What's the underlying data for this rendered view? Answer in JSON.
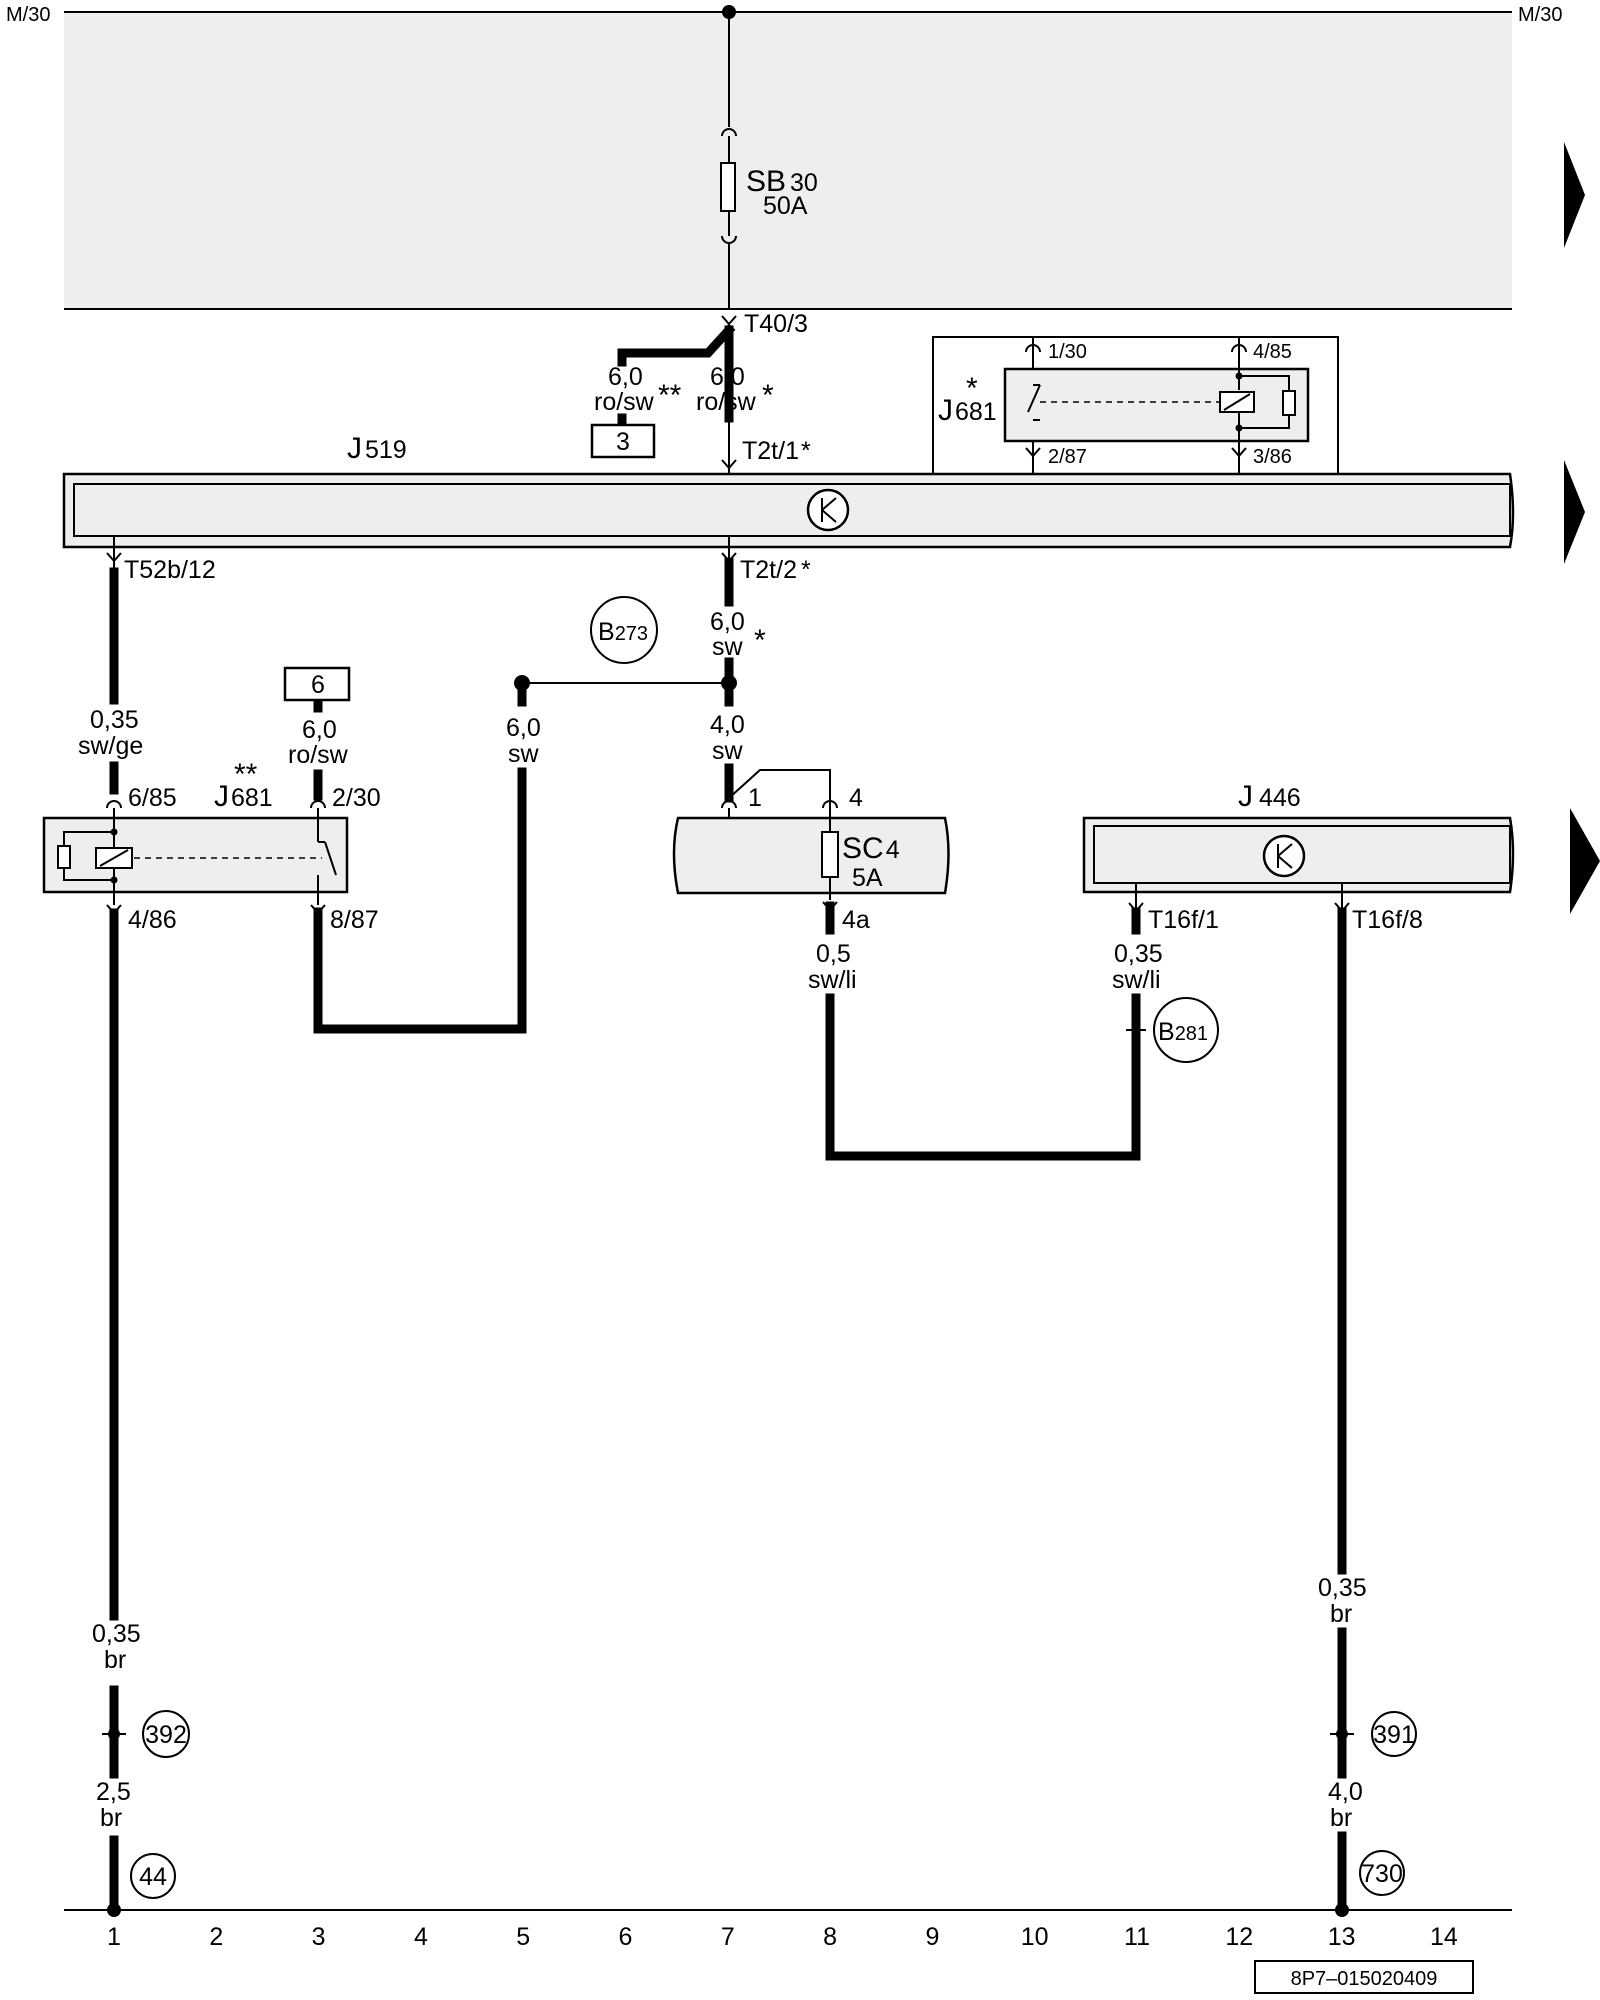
{
  "rail_label": "M/30",
  "fuse_sb": {
    "name": "SB",
    "sub": "30",
    "rating": "50A"
  },
  "fuse_sc": {
    "name": "SC",
    "sub": "4",
    "rating": "5A"
  },
  "connectors": {
    "t40_3": "T40/3",
    "t2t_1": "T2t/1",
    "t2t_2": "T2t/2",
    "t52b_12": "T52b/12",
    "t16f_1": "T16f/1",
    "t16f_8": "T16f/8",
    "sc_in": "1",
    "sc_in2": "4",
    "sc_out": "4a"
  },
  "components": {
    "j519": {
      "name": "J",
      "sub": "519"
    },
    "j446": {
      "name": "J",
      "sub": "446"
    },
    "j681_top": {
      "name": "J",
      "sub": "681",
      "mark": "*",
      "pins": [
        "1/30",
        "2/87",
        "4/85",
        "3/86"
      ]
    },
    "j681_left": {
      "name": "J",
      "sub": "681",
      "mark": "**",
      "pins": [
        "6/85",
        "4/86",
        "2/30",
        "8/87"
      ]
    }
  },
  "wires": {
    "w_rosw2_size": "6,0",
    "w_rosw2_color": "ro/sw",
    "w_rosw2_mark": "**",
    "w_rosw1_size": "6,0",
    "w_rosw1_color": "ro/sw",
    "w_rosw1_mark": "*",
    "w_sw60_size": "6,0",
    "w_sw60_color": "sw",
    "w_sw60_mark": "*",
    "w_sw40_size": "4,0",
    "w_sw40_color": "sw",
    "w_swge_size": "0,35",
    "w_swge_color": "sw/ge",
    "w_rosw_l_size": "6,0",
    "w_rosw_l_color": "ro/sw",
    "w_sw5_size": "6,0",
    "w_sw5_color": "sw",
    "w_swli8_size": "0,5",
    "w_swli8_color": "sw/li",
    "w_swli11_size": "0,35",
    "w_swli11_color": "sw/li",
    "w_br1a_size": "0,35",
    "w_br1a_color": "br",
    "w_br1b_size": "2,5",
    "w_br1b_color": "br",
    "w_br13a_size": "0,35",
    "w_br13a_color": "br",
    "w_br13b_size": "4,0",
    "w_br13b_color": "br"
  },
  "ref_boxes": {
    "ref3": "3",
    "ref6": "6"
  },
  "circles": {
    "b273": {
      "name": "B",
      "sub": "273"
    },
    "b281": {
      "name": "B",
      "sub": "281"
    },
    "c392": "392",
    "c391": "391",
    "c44": "44",
    "c730": "730"
  },
  "ruler": [
    "1",
    "2",
    "3",
    "4",
    "5",
    "6",
    "7",
    "8",
    "9",
    "10",
    "11",
    "12",
    "13",
    "14"
  ],
  "drawing_id": "8P7–015020409"
}
